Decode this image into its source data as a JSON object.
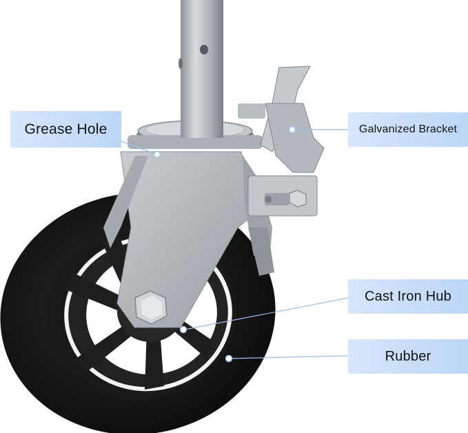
{
  "callouts": {
    "grease_hole": "Grease Hole",
    "galvanized_bracket": "Galvanized Bracket",
    "cast_iron_hub": "Cast Iron Hub",
    "rubber": "Rubber"
  },
  "colors": {
    "label_fill_light": "#d7e6fb",
    "label_fill_dark": "#bcd6f7",
    "leader_line": "#9bbde8",
    "steel": "#b7bcc1",
    "rubber": "#141414"
  }
}
